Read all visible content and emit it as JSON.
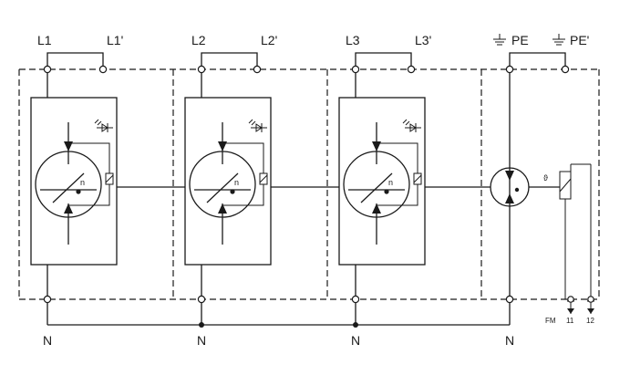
{
  "labels": {
    "l1": "L1",
    "l1p": "L1'",
    "l2": "L2",
    "l2p": "L2'",
    "l3": "L3",
    "l3p": "L3'",
    "pe": "PE",
    "pep": "PE'",
    "n1": "N",
    "n2": "N",
    "n3": "N",
    "n4": "N",
    "fm": "FM",
    "t11": "11",
    "t12": "12",
    "theta": "ϑ",
    "n_sym1": "n",
    "n_sym2": "n",
    "n_sym3": "n"
  }
}
